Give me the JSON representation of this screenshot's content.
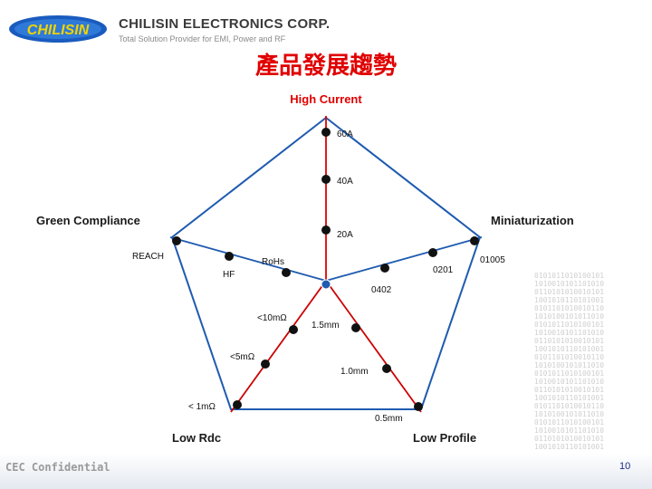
{
  "header": {
    "logo_text": "CHILISIN",
    "company": "CHILISIN ELECTRONICS CORP.",
    "tagline": "Total Solution Provider for EMI, Power and RF"
  },
  "title": "產品發展趨勢",
  "axes": [
    {
      "name": "High Current",
      "color": "#e00000",
      "points": [
        "20A",
        "40A",
        "60A"
      ]
    },
    {
      "name": "Miniaturization",
      "color": "#1a1a1a",
      "points": [
        "0402",
        "0201",
        "01005"
      ]
    },
    {
      "name": "Low Profile",
      "color": "#1a1a1a",
      "points": [
        "1.5mm",
        "1.0mm",
        "0.5mm"
      ]
    },
    {
      "name": "Low Rdc",
      "color": "#1a1a1a",
      "points": [
        "<10mΩ",
        "<5mΩ",
        "< 1mΩ"
      ]
    },
    {
      "name": "Green Compliance",
      "color": "#1a1a1a",
      "points": [
        "HF",
        "RoHs",
        "REACH"
      ]
    }
  ],
  "colors": {
    "title": "#e00000",
    "axis_high_current": "#e00000",
    "axis_low_profile": "#cc0000",
    "axis_low_rdc": "#cc0000"
  },
  "footer": {
    "confidential": "CEC Confidential",
    "page": "10"
  }
}
